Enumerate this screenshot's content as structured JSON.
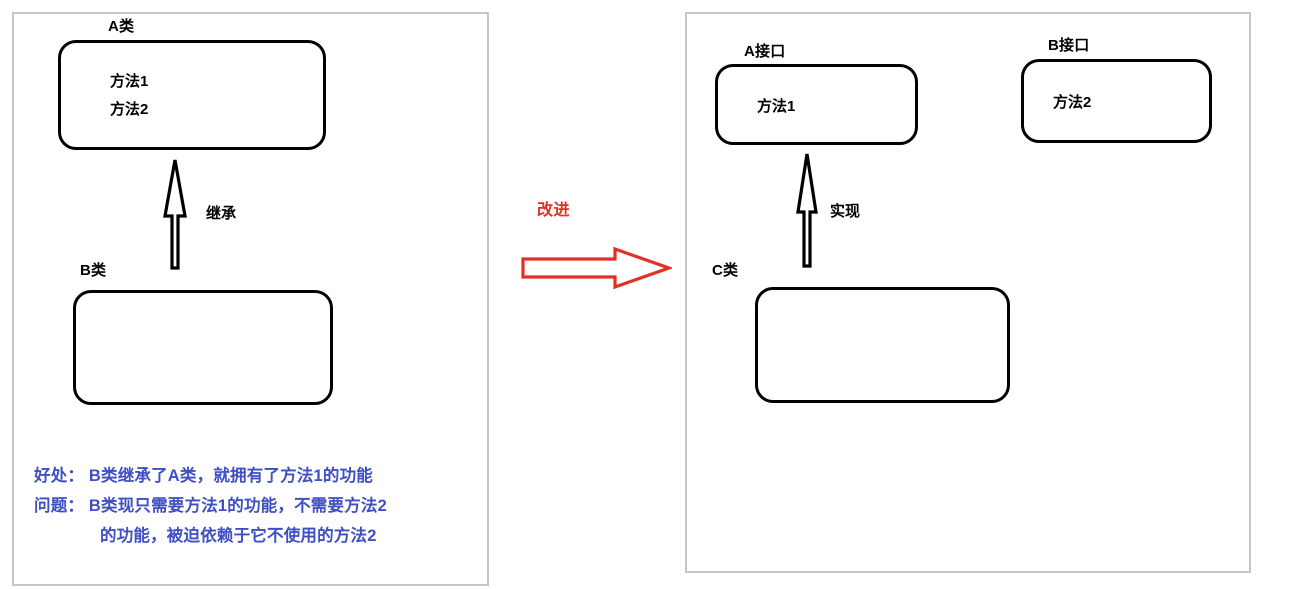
{
  "diagram": {
    "title_hidden": "",
    "left_panel": {
      "boxes": [
        {
          "title": "A类",
          "methods": "方法1\n方法2"
        },
        {
          "title": "B类",
          "methods": ""
        }
      ],
      "relation": {
        "label": "继承",
        "kind": "generalization-arrow"
      },
      "notes": [
        "好处： B类继承了A类，就拥有了方法1的功能",
        "问题： B类现只需要方法1的功能，不需要方法2",
        "的功能，被迫依赖于它不使用的方法2"
      ]
    },
    "middle": {
      "label": "改进",
      "arrow": "right-arrow-outline",
      "color": "#e03122"
    },
    "right_panel": {
      "boxes": [
        {
          "title": "A接口",
          "methods": "方法1"
        },
        {
          "title": "B接口",
          "methods": "方法2"
        },
        {
          "title": "C类",
          "methods": ""
        }
      ],
      "relation": {
        "label": "实现",
        "kind": "realization-arrow"
      }
    },
    "colors": {
      "panel_border": "#c6c6ca",
      "box_border": "#000000",
      "note_text": "#3f4fc4",
      "accent_red": "#e03122",
      "background": "#ffffff"
    }
  }
}
